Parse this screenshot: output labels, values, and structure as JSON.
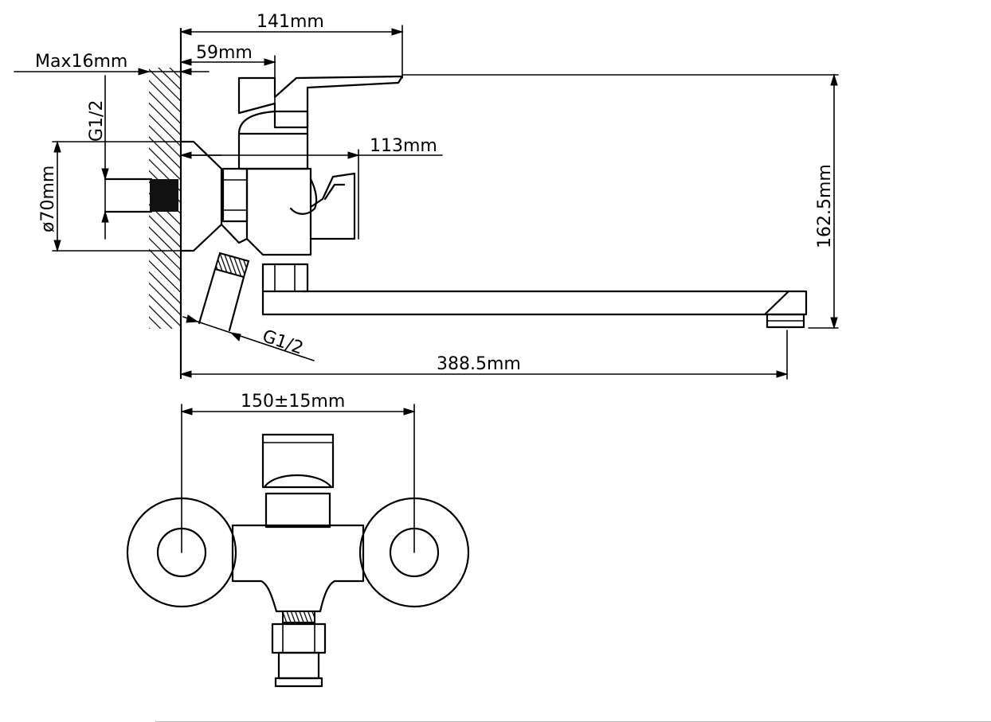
{
  "colors": {
    "ink": "#000000",
    "paper": "#ffffff"
  },
  "dimensions": {
    "width_spout_handle": "141mm",
    "handle_offset": "59mm",
    "wall_max": "Max16mm",
    "inlet_thread_top": "G1/2",
    "flange_diameter": "ø70mm",
    "body_depth": "113mm",
    "total_height": "162.5mm",
    "outlet_thread": "G1/2",
    "spout_length": "388.5mm",
    "inlet_spacing": "150±15mm"
  }
}
